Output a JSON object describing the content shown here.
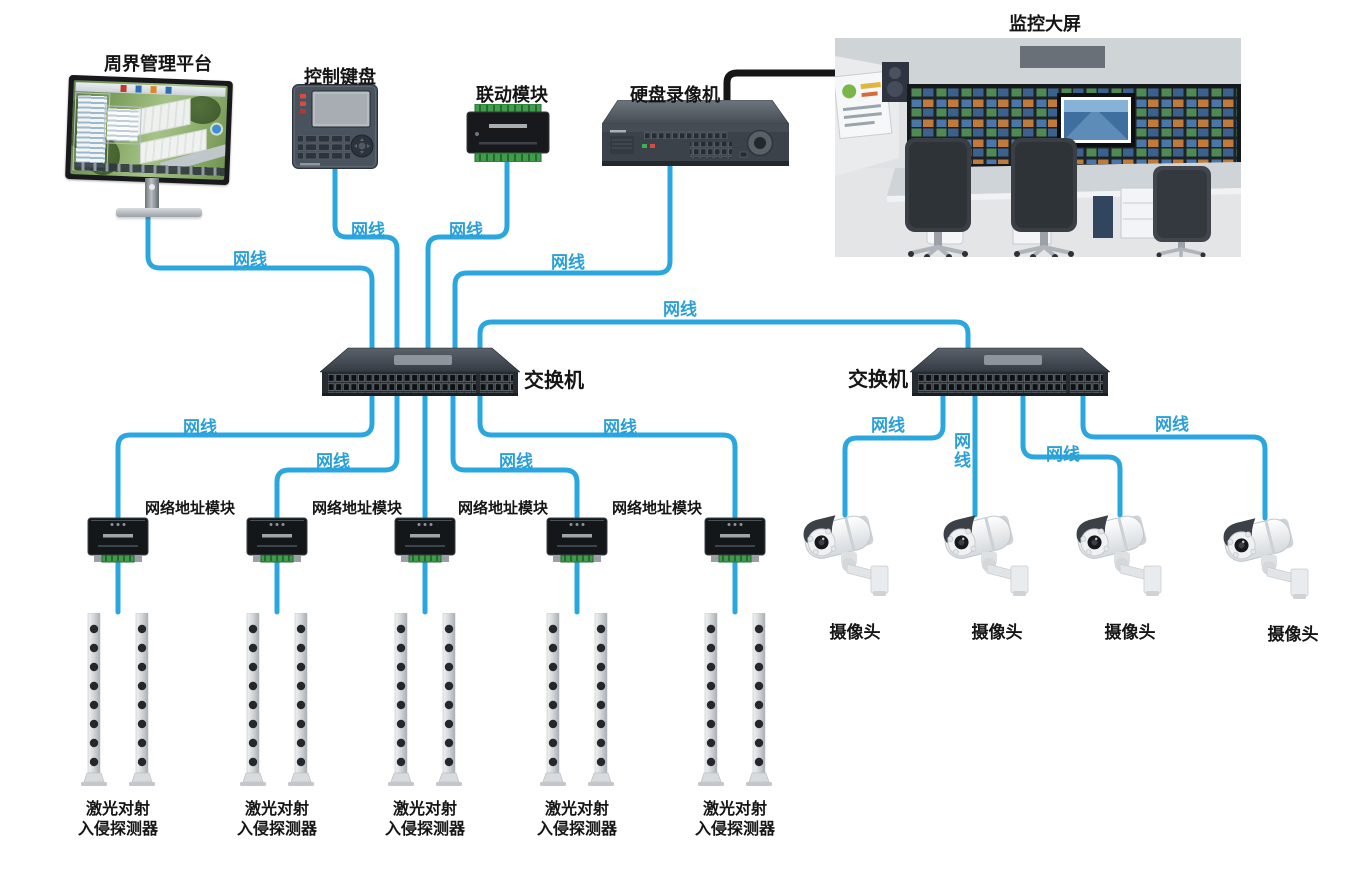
{
  "labels": {
    "platform": "周界管理平台",
    "keyboard": "控制键盘",
    "linkage": "联动模块",
    "dvr": "硬盘录像机",
    "video_wall": "监控大屏",
    "switch_left": "交换机",
    "switch_right": "交换机",
    "address_module": "网络地址模块",
    "laser_line1": "激光对射",
    "laser_line2": "入侵探测器",
    "camera": "摄像头",
    "cable": "网线"
  },
  "counts": {
    "address_modules": 5,
    "address_module_labels_shown": 4,
    "laser_detector_pairs": 5,
    "cameras": 4,
    "switches": 2,
    "cable_labels_shown": 13
  },
  "colors": {
    "cable_blue": "#2ba7e0",
    "cable_label_blue": "#2b9fd8",
    "video_cable_black": "#161616",
    "label_text": "#151515"
  }
}
